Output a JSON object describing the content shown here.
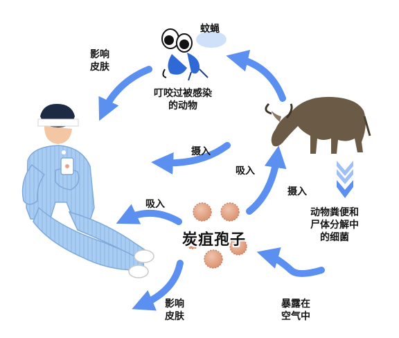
{
  "center_title": "炭疽孢子",
  "labels": {
    "mosquito": "蚊蝇",
    "skin_top": "影响\n皮肤",
    "bite": "叮咬过被感染\n的动物",
    "ingest_mid": "摄入",
    "absorb_right": "吸入",
    "ingest_right": "摄入",
    "absorb_left": "吸入",
    "waste": "动物粪便和\n尸体分解中\n的细菌",
    "skin_bottom": "影响\n皮肤",
    "air": "暴露在\n空气中"
  },
  "colors": {
    "arrow": "#5b8ff0",
    "arrow_light": "#9fc0f7",
    "spore": "#e2a487",
    "patient": "#a9cdf2",
    "buffalo": "#6b5b46"
  }
}
